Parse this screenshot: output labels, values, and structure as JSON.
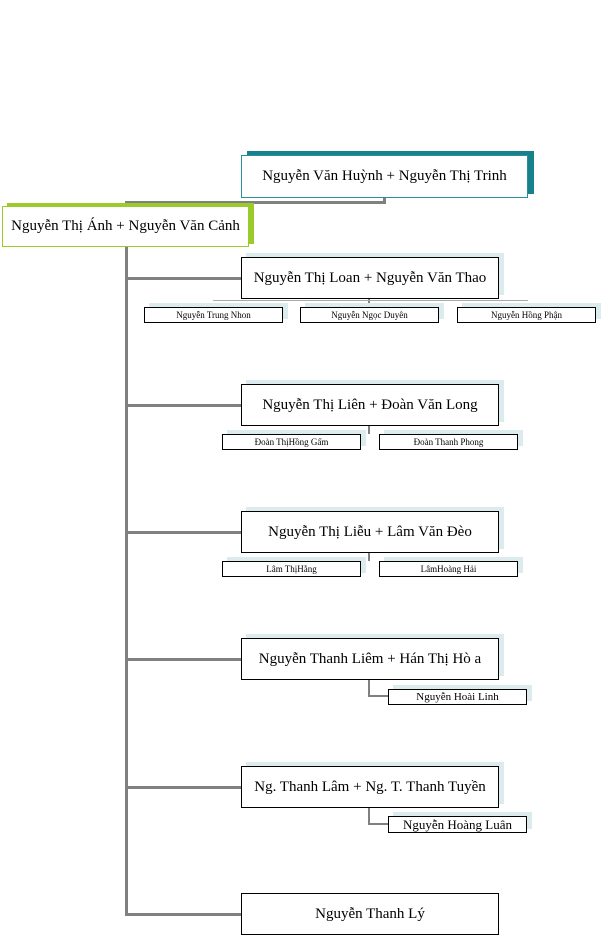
{
  "root": {
    "label": "Nguyễn Văn Huỳnh + Nguyễn Thị Trinh"
  },
  "anh": {
    "label": "Nguyễn Thị Ánh + Nguyễn Văn Cảnh"
  },
  "families": [
    {
      "label": "Nguyễn Thị Loan + Nguyễn Văn Thao",
      "children": [
        "Nguyễn Trung Nhon",
        "Nguyễn Ngọc Duyên",
        "Nguyễn Hồng Phận"
      ]
    },
    {
      "label": "Nguyễn Thị Liên + Đoàn Văn Long",
      "children": [
        "Đoàn ThịHồng Gấm",
        "Đoàn Thanh Phong"
      ]
    },
    {
      "label": "Nguyễn Thị Liễu + Lâm Văn Đèo",
      "children": [
        "Lâm ThịHằng",
        "LâmHoàng Hải"
      ]
    },
    {
      "label": "Nguyễn Thanh Liêm + Hán Thị Hò a",
      "children": [
        "Nguyễn Hoài Linh"
      ]
    },
    {
      "label": "Ng. Thanh Lâm + Ng. T. Thanh Tuyền",
      "children": [
        "Nguyễn Hoàng Luân"
      ]
    },
    {
      "label": "Nguyễn Thanh Lý",
      "children": []
    }
  ],
  "colors": {
    "root_accent": "#17818c",
    "anh_accent": "#9acb2a",
    "connector": "#808080"
  }
}
